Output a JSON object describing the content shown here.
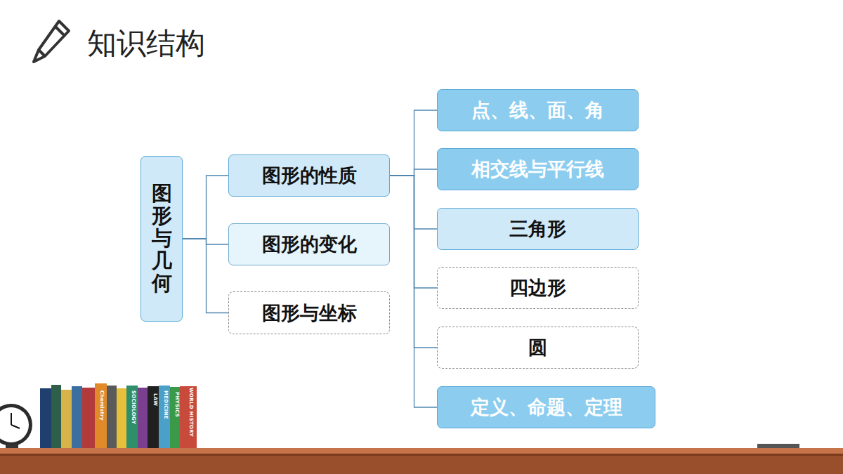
{
  "diagram": {
    "title": "知识结构",
    "nodes": [
      {
        "text": [
          "图形与几何"
        ]
      },
      {
        "text": [
          "图形的性质"
        ]
      },
      {
        "text": [
          "图形的变化"
        ]
      },
      {
        "text": [
          "图形与坐标"
        ]
      },
      {
        "text": [
          "点、线、面、角"
        ]
      },
      {
        "text": [
          "相交线与平行线"
        ]
      },
      {
        "text": [
          "三角形"
        ]
      },
      {
        "text": [
          "四边形"
        ]
      },
      {
        "text": [
          "圆"
        ]
      },
      {
        "text": [
          "定义、命题、定理"
        ]
      }
    ],
    "edges": [
      {
        "from": 0,
        "to": 1,
        "arrow": "none"
      },
      {
        "from": 0,
        "to": 2,
        "arrow": "none"
      },
      {
        "from": 0,
        "to": 3,
        "arrow": "none"
      },
      {
        "from": 1,
        "to": 4,
        "arrow": "none"
      },
      {
        "from": 1,
        "to": 5,
        "arrow": "none"
      },
      {
        "from": 1,
        "to": 6,
        "arrow": "none"
      },
      {
        "from": 1,
        "to": 7,
        "arrow": "none"
      },
      {
        "from": 1,
        "to": 8,
        "arrow": "none"
      },
      {
        "from": 1,
        "to": 9,
        "arrow": "none"
      }
    ],
    "labels": [
      "Chemistry",
      "SOCIOLOGY",
      "LAW",
      "MEDICINE",
      "PHYSICS",
      "WORLD HISTORY"
    ]
  }
}
